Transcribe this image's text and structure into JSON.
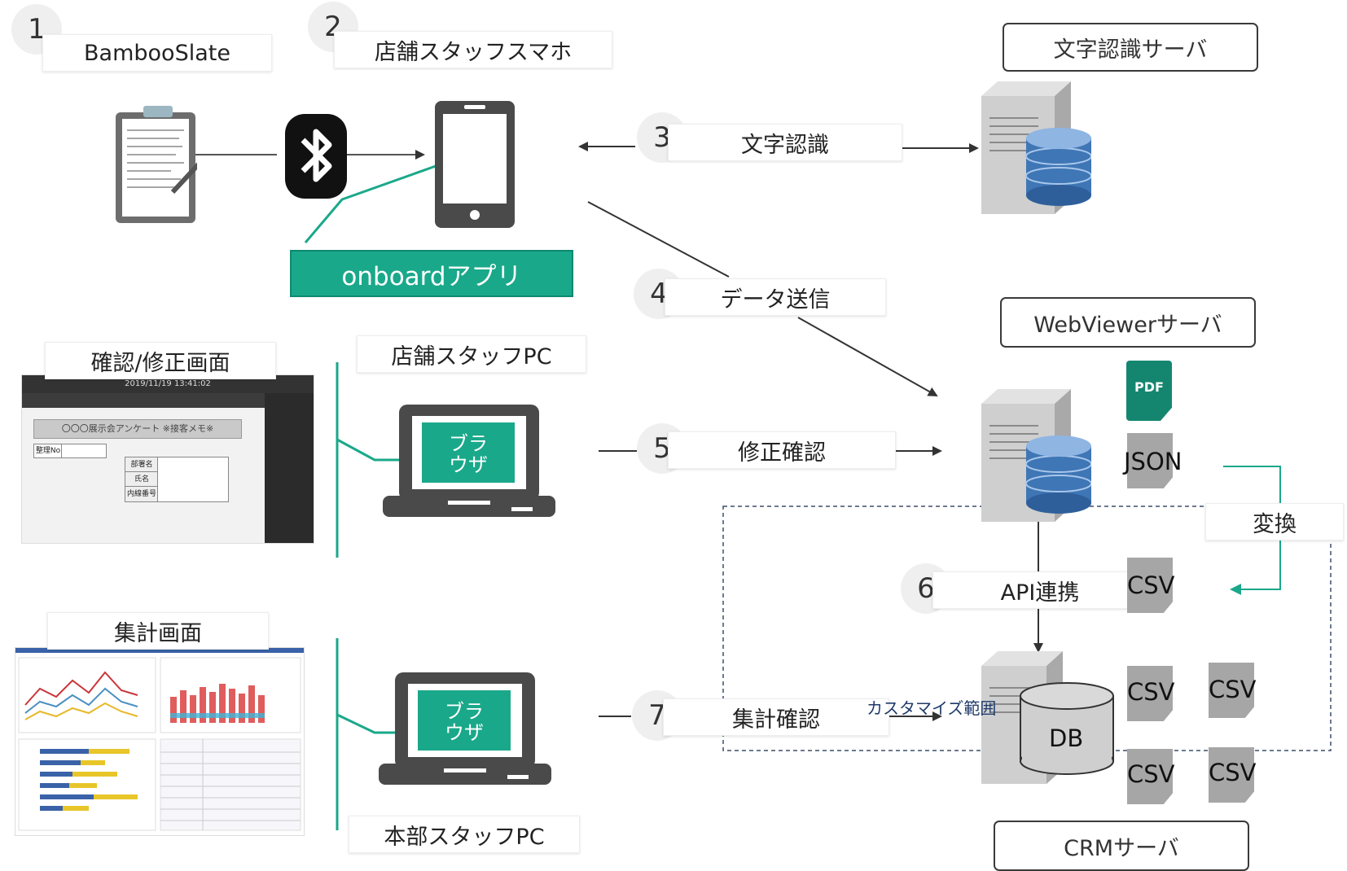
{
  "steps": [
    {
      "num": "1",
      "label": "BambooSlate"
    },
    {
      "num": "2",
      "label": "店舗スタッフスマホ"
    },
    {
      "num": "3",
      "label": "文字認識"
    },
    {
      "num": "4",
      "label": "データ送信"
    },
    {
      "num": "5",
      "label": "修正確認"
    },
    {
      "num": "6",
      "label": "API連携"
    },
    {
      "num": "7",
      "label": "集計確認"
    }
  ],
  "servers": {
    "ocr": "文字認識サーバ",
    "webviewer": "WebViewerサーバ",
    "crm": "CRMサーバ"
  },
  "app_label": "onboardアプリ",
  "screens": {
    "confirm": "確認/修正画面",
    "summary": "集計画面",
    "confirm_timestamp": "2019/11/19 13:41:02",
    "confirm_form_title": "〇〇〇展示会アンケート ※接客メモ※",
    "confirm_fields": [
      "部署名",
      "氏名",
      "内線番号"
    ],
    "confirm_no_label": "整理No"
  },
  "pcs": {
    "store_pc": "店舗スタッフPC",
    "hq_pc": "本部スタッフPC",
    "browser": "ブラ\nウザ"
  },
  "files": {
    "pdf": "PDF",
    "json": "JSON",
    "csv": "CSV",
    "db": "DB"
  },
  "convert_label": "変換",
  "custom_range_label": "カスタマイズ範囲",
  "colors": {
    "teal": "#1aa88a",
    "server_gray": "#cfcfcf",
    "db_blue": "#3f76b5",
    "device_dark": "#4a4a4a"
  }
}
